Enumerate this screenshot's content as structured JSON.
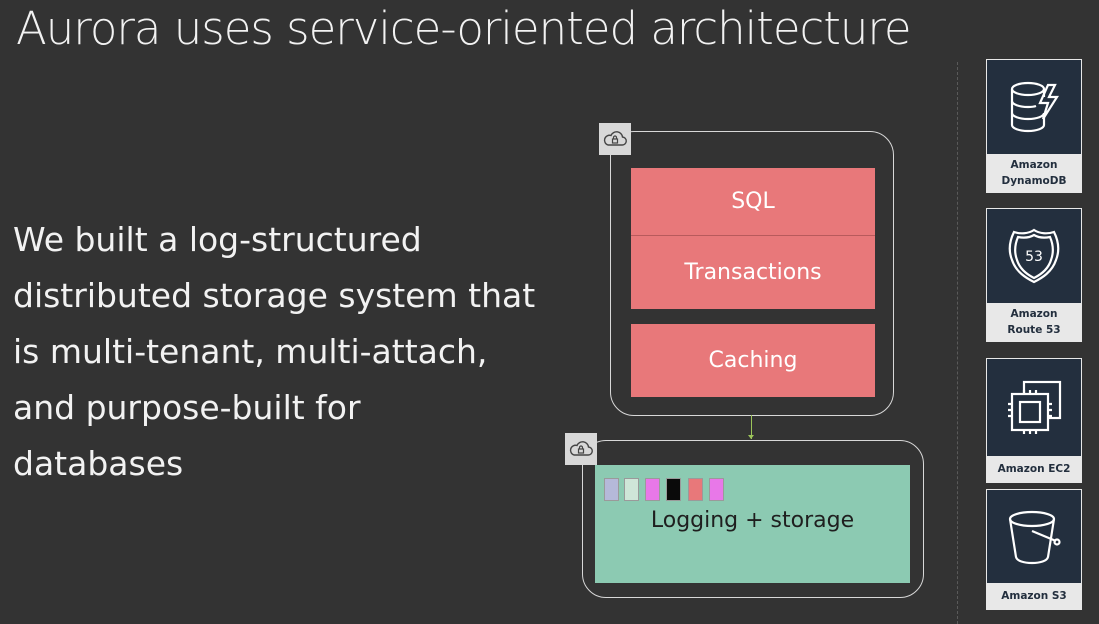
{
  "slide": {
    "title": "Aurora uses service-oriented architecture",
    "body_lines": [
      "We built a log-structured",
      "distributed storage system that",
      "is multi-tenant, multi-attach,",
      "and purpose-built for",
      "databases"
    ]
  },
  "diagram": {
    "upper_blocks": [
      "SQL",
      "Transactions",
      "Caching"
    ],
    "storage_label": "Logging + storage",
    "storage_chips": [
      "#b5b9d9",
      "#cfe6d8",
      "#e878e8",
      "#0a0a0a",
      "#e8787a",
      "#e878e8"
    ]
  },
  "services": [
    {
      "icon": "dynamodb-icon",
      "label_lines": [
        "Amazon",
        "DynamoDB"
      ]
    },
    {
      "icon": "route53-icon",
      "label_lines": [
        "Amazon",
        "Route 53"
      ]
    },
    {
      "icon": "ec2-icon",
      "label_lines": [
        "Amazon EC2"
      ]
    },
    {
      "icon": "s3-icon",
      "label_lines": [
        "Amazon S3"
      ]
    }
  ],
  "colors": {
    "background": "#333333",
    "compute_block": "#e8787a",
    "storage_block": "#8ccab2",
    "service_icon_bg": "#232f3e"
  }
}
